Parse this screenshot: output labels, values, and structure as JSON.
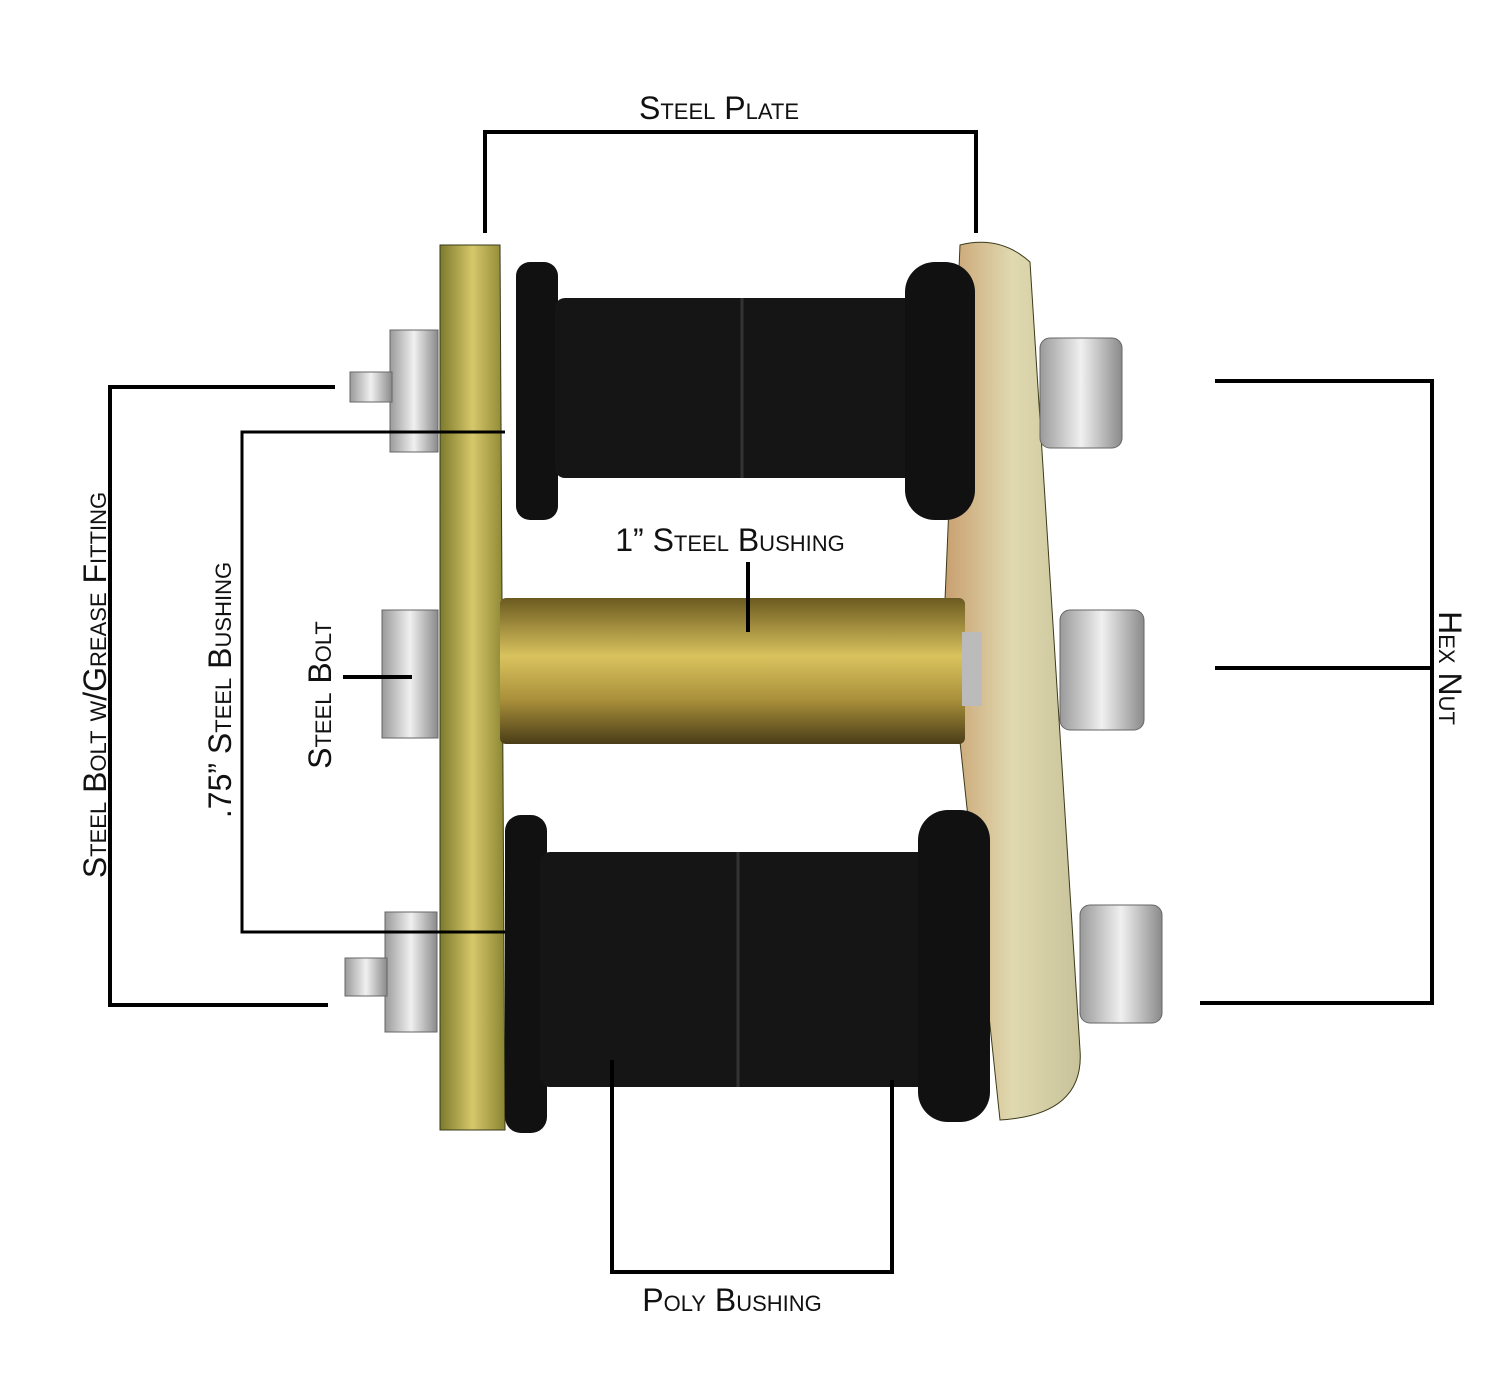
{
  "labels": {
    "steel_plate": "Steel Plate",
    "steel_bolt_grease": "Steel Bolt w/Grease Fitting",
    "steel_bushing_075": ".75” Steel Bushing",
    "steel_bolt": "Steel Bolt",
    "steel_bushing_1": "1” Steel Bushing",
    "hex_nut": "Hex Nut",
    "poly_bushing": "Poly Bushing"
  },
  "colors": {
    "line": "#000000",
    "poly": "#111111",
    "gold": "#b8a84a",
    "silver": "#c9c9c9"
  }
}
